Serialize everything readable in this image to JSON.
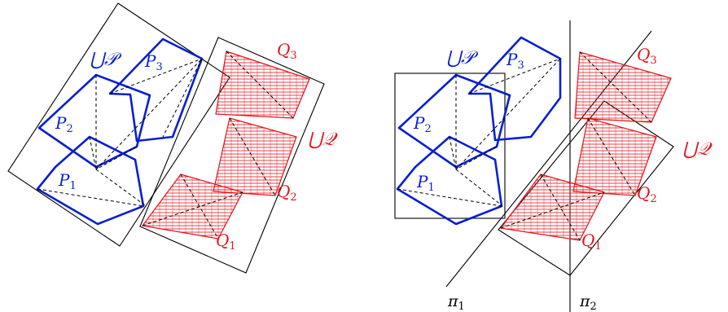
{
  "colors": {
    "blue": "#0a1fd0",
    "red": "#e2141c",
    "black": "#000000"
  },
  "left_panel": {
    "union_p": "⋃𝒫",
    "union_q": "⋃𝒬",
    "p_labels": [
      "P",
      "P",
      "P"
    ],
    "p_subs": [
      "1",
      "2",
      "3"
    ],
    "q_labels": [
      "Q",
      "Q",
      "Q"
    ],
    "q_subs": [
      "1",
      "2",
      "3"
    ]
  },
  "right_panel": {
    "union_p": "⋃𝒫",
    "union_q": "⋃𝒬",
    "p_labels": [
      "P",
      "P",
      "P"
    ],
    "p_subs": [
      "1",
      "2",
      "3"
    ],
    "q_labels": [
      "Q",
      "Q",
      "Q"
    ],
    "q_subs": [
      "1",
      "2",
      "3"
    ],
    "pi1": "π",
    "pi1_sub": "1",
    "pi2": "π",
    "pi2_sub": "2"
  }
}
